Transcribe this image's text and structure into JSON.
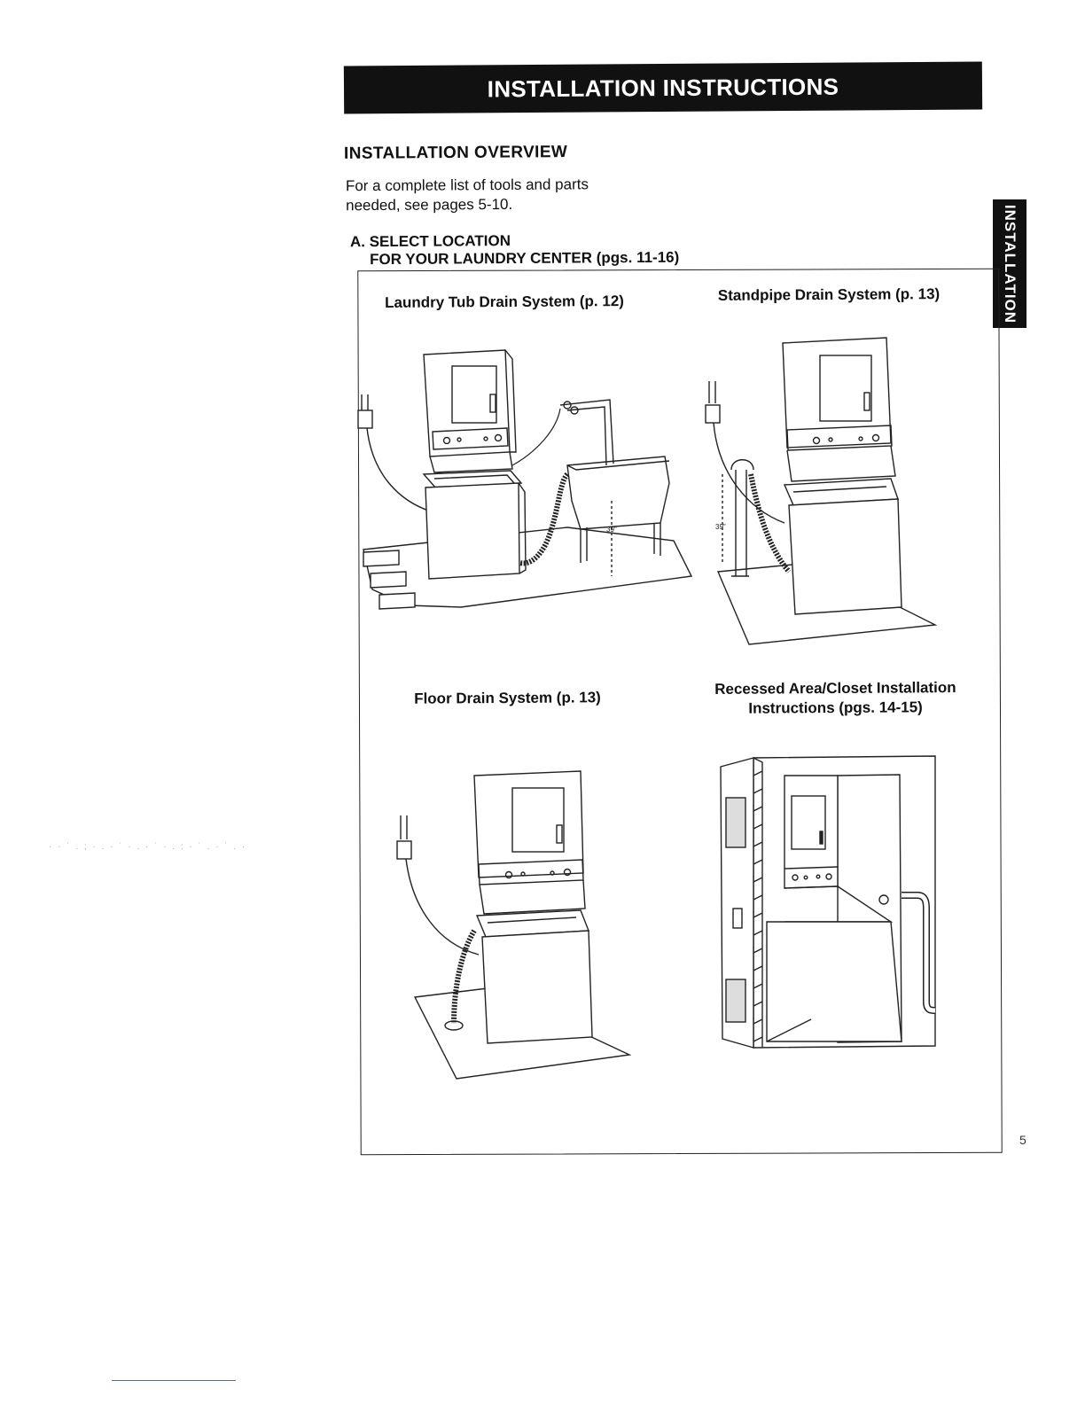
{
  "header": {
    "title": "INSTALLATION INSTRUCTIONS"
  },
  "side_tab": {
    "label": "INSTALLATION"
  },
  "overview": {
    "heading": "INSTALLATION OVERVIEW",
    "intro_line1": "For a complete list of tools and parts",
    "intro_line2": "needed, see pages 5-10."
  },
  "section_a": {
    "line1": "A. SELECT LOCATION",
    "line2": "FOR YOUR LAUNDRY CENTER (pgs. 11-16)"
  },
  "figures": {
    "laundry_tub": {
      "caption": "Laundry Tub Drain System (p. 12)",
      "dimension": "39\""
    },
    "standpipe": {
      "caption": "Standpipe Drain System (p. 13)",
      "dimension": "39\""
    },
    "floor_drain": {
      "caption": "Floor Drain System (p. 13)"
    },
    "recessed": {
      "caption_line1": "Recessed Area/Closet Installation",
      "caption_line2": "Instructions (pgs. 14-15)"
    }
  },
  "footer": {
    "page_number": "5"
  }
}
